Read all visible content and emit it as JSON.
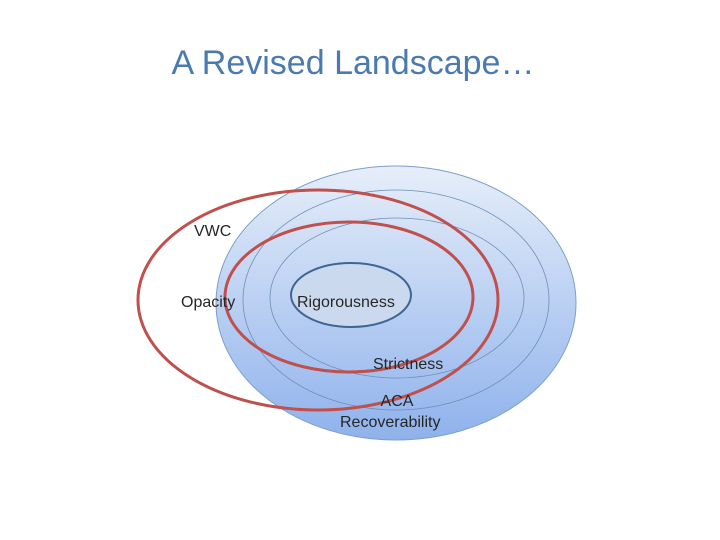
{
  "slide": {
    "title": "A Revised Landscape…"
  },
  "diagram": {
    "labels": {
      "vwc": "VWC",
      "opacity": "Opacity",
      "rigorousness": "Rigorousness",
      "strictness": "Strictness",
      "aca": "ACA",
      "recoverability": "Recoverability"
    },
    "colors": {
      "blue_fill_light": "#e4edf9",
      "blue_fill_dark": "#8fb2ec",
      "blue_stroke": "#7d9fc9",
      "core_fill": "#cbd9ef",
      "core_stroke": "#3f6593",
      "red_stroke": "#c0504d"
    }
  }
}
